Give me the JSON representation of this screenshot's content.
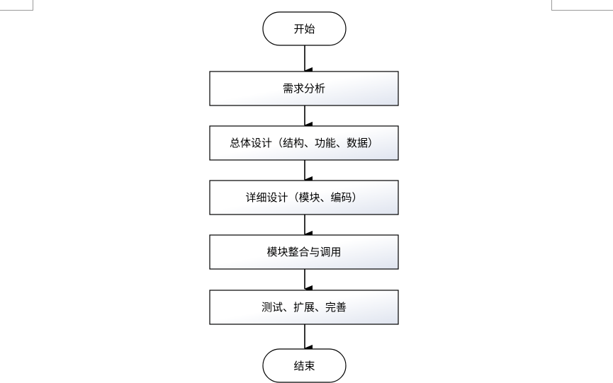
{
  "flowchart": {
    "start": "开始",
    "steps": [
      "需求分析",
      "总体设计（结构、功能、数据）",
      "详细设计（模块、编码）",
      "模块整合与调用",
      "测试、扩展、完善"
    ],
    "end": "结束"
  },
  "colors": {
    "stroke": "#000000",
    "box_fill_light": "#ffffff",
    "box_fill_dark": "#dfe4ef",
    "text": "#000000"
  }
}
